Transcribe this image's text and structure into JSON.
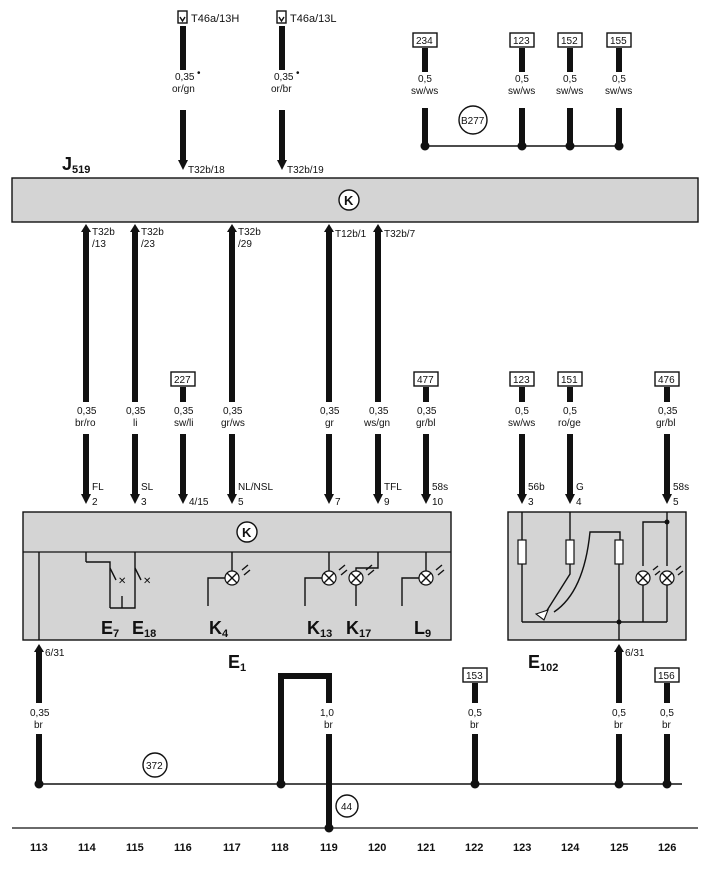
{
  "connectors_top": [
    "T46a/13H",
    "T46a/13L"
  ],
  "ref_boxes": {
    "r234": "234",
    "r123a": "123",
    "r152": "152",
    "r155": "155",
    "r227": "227",
    "r477": "477",
    "r123b": "123",
    "r151": "151",
    "r476": "476",
    "r153": "153",
    "r156": "156"
  },
  "circles": {
    "b277": "B277",
    "c372": "372",
    "c44": "44"
  },
  "k_symbol": "K",
  "labels": {
    "j519_main": "J",
    "j519_sub": "519",
    "e7_main": "E",
    "e7_sub": "7",
    "e18_main": "E",
    "e18_sub": "18",
    "k4_main": "K",
    "k4_sub": "4",
    "k13_main": "K",
    "k13_sub": "13",
    "k17_main": "K",
    "k17_sub": "17",
    "l9_main": "L",
    "l9_sub": "9",
    "e1_main": "E",
    "e1_sub": "1",
    "e102_main": "E",
    "e102_sub": "102"
  },
  "wires": {
    "tl": {
      "size": "0,35",
      "color": "or/gn",
      "pin": "T32b/18"
    },
    "tr": {
      "size": "0,35",
      "color": "or/br",
      "pin": "T32b/19"
    },
    "w234": {
      "size": "0,5",
      "color": "sw/ws"
    },
    "w123a": {
      "size": "0,5",
      "color": "sw/ws"
    },
    "w152": {
      "size": "0,5",
      "color": "sw/ws"
    },
    "w155": {
      "size": "0,5",
      "color": "sw/ws"
    },
    "c1": {
      "pin_top_a": "T32b",
      "pin_top_b": "/13",
      "size": "0,35",
      "color": "br/ro",
      "term": "FL",
      "num": "2"
    },
    "c2": {
      "pin_top_a": "T32b",
      "pin_top_b": "/23",
      "size": "0,35",
      "color": "li",
      "term": "SL",
      "num": "3"
    },
    "c3": {
      "size": "0,35",
      "color": "sw/li",
      "num": "4/15"
    },
    "c4": {
      "pin_top_a": "T32b",
      "pin_top_b": "/29",
      "size": "0,35",
      "color": "gr/ws",
      "term": "NL/NSL",
      "num": "5"
    },
    "c5": {
      "pin_top": "T12b/1",
      "size": "0,35",
      "color": "gr",
      "num": "7"
    },
    "c6": {
      "pin_top": "T32b/7",
      "size": "0,35",
      "color": "ws/gn",
      "term": "TFL",
      "num": "9"
    },
    "c7": {
      "size": "0,35",
      "color": "gr/bl",
      "term": "58s",
      "num": "10"
    },
    "d1": {
      "size": "0,5",
      "color": "sw/ws",
      "term": "56b",
      "num": "3"
    },
    "d2": {
      "size": "0,5",
      "color": "ro/ge",
      "term": "G",
      "num": "4"
    },
    "d3": {
      "size": "0,35",
      "color": "gr/bl",
      "term": "58s",
      "num": "5"
    },
    "b1": {
      "pin": "6/31",
      "size": "0,35",
      "color": "br"
    },
    "b2": {
      "size": "1,0",
      "color": "br"
    },
    "b3": {
      "size": "0,5",
      "color": "br"
    },
    "b4": {
      "pin": "6/31",
      "size": "0,5",
      "color": "br"
    },
    "b5": {
      "size": "0,5",
      "color": "br"
    }
  },
  "grid": [
    "113",
    "114",
    "115",
    "116",
    "117",
    "118",
    "119",
    "120",
    "121",
    "122",
    "123",
    "124",
    "125",
    "126"
  ]
}
